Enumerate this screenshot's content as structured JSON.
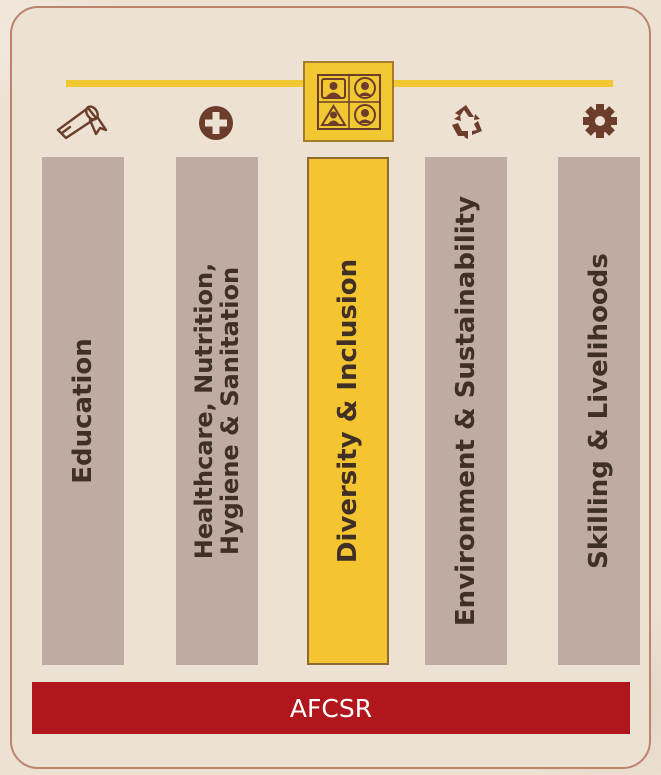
{
  "categories": [
    {
      "id": "education",
      "label": "Education",
      "icon": "diploma-icon",
      "active": false
    },
    {
      "id": "healthcare",
      "label_line1": "Healthcare, Nutrition,",
      "label_line2": "Hygiene & Sanitation",
      "icon": "medical-plus-icon",
      "active": false
    },
    {
      "id": "diversity",
      "label": "Diversity & Inclusion",
      "icon": "people-group-icon",
      "active": true
    },
    {
      "id": "environment",
      "label": "Environment & Sustainability",
      "icon": "recycle-icon",
      "active": false
    },
    {
      "id": "skilling",
      "label": "Skilling & Livelihoods",
      "icon": "gear-icon",
      "active": false
    }
  ],
  "footer": {
    "label": "AFCSR"
  },
  "colors": {
    "background": "#ede1d3",
    "border": "#b9856b",
    "column": "#bfaba1",
    "active_column": "#f5c531",
    "rail": "#f2c832",
    "footer": "#b0161b",
    "text": "#3f2f25",
    "icon": "#6b3d2a"
  }
}
